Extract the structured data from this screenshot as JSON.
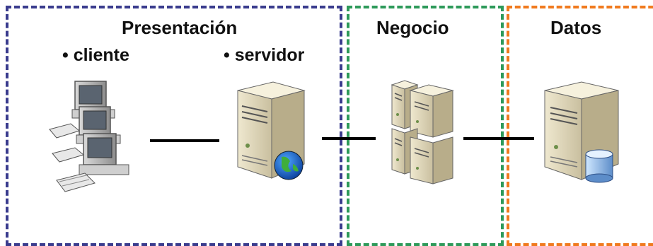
{
  "zones": {
    "presentacion": {
      "title": "Presentación",
      "color": "#3a3c8e"
    },
    "negocio": {
      "title": "Negocio",
      "color": "#2e9a5a"
    },
    "datos": {
      "title": "Datos",
      "color": "#f07a1e"
    }
  },
  "labels": {
    "cliente": "• cliente",
    "servidor": "• servidor"
  },
  "icons": {
    "client_cluster": "client-computers-icon",
    "web_server": "web-server-icon",
    "app_servers": "application-server-cluster-icon",
    "db_server": "database-server-icon"
  }
}
